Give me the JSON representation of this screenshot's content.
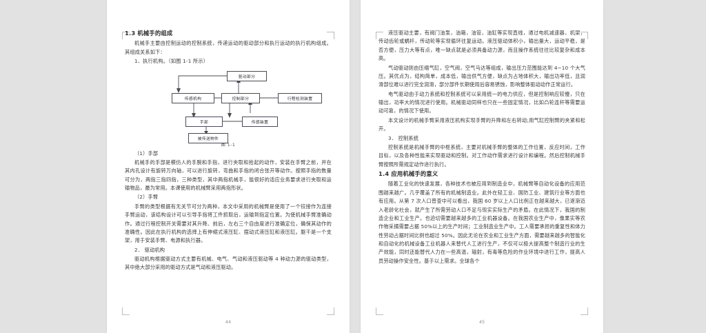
{
  "viewer": {
    "background_color": "#e2e2e2",
    "page_background": "#ffffff",
    "layout": "two-page-spread"
  },
  "pages": [
    {
      "page_number": "44",
      "sections": [
        {
          "type": "heading",
          "text": "1.3 机械手的组成"
        },
        {
          "type": "paragraph",
          "text": "机械手主要由控制运动的控制系统，传递运动的驱动部分和执行运动的执行机构组成。其组成关系如下："
        },
        {
          "type": "sub-label",
          "text": "1、执行机构。（如图 1-1 所示）"
        },
        {
          "type": "figure",
          "caption": "图 1-1"
        },
        {
          "type": "sub-label",
          "text": "（1）手部"
        },
        {
          "type": "paragraph",
          "text": "机械手的手部是模仿人的手腕和手指，进行夹取和拾起的动作，安装在手臂之前，并在其内孔设计有旋转万向轴，可以进行旋转，弯曲和手指的闭合张开等动作。按照手指的数量可分为，两指三指四指，三种类型，其中两指机械手，能很好的适应业务要求进行夹取和运输物品，最为常用。本课使用的机械臂采用两指形状。"
        },
        {
          "type": "sub-label",
          "text": "（2）手臂"
        },
        {
          "type": "paragraph",
          "text": "手臂的类型根据有无关节可分为两种，本文中采用的机械臂是使用了一个铰接作为连接手臂运动，该结构设计可以引导手指将工件抓取后，运输到指定位置。为使机械手臂准确动作。通过行程控制开关需要对其升降、前后，左右三个自由度进行准确定位，确保其动作的准确性。因此在执行机构的选择上有伸缩式液压缸、摆动式液压缸和液压缸。躯干是一个支架，用于安装手臂、电源和执行器。"
        },
        {
          "type": "sub-label",
          "text": "2． 驱动机构"
        },
        {
          "type": "paragraph",
          "text": "驱动机构根据驱动方式主要有机械、电气、气动和液压驱动等 4 种动力源的驱动类型，其中绝大部分采用的驱动方式是气动和液压驱动。"
        }
      ]
    },
    {
      "page_number": "45",
      "sections": [
        {
          "type": "paragraph",
          "text": "液压驱动主要，有阀门油泵，油箱，油管，油缸等实现直线，通过电机减速器，机架，传动齿轮或蜗杆，传动轮等实现循环往复运动。液压驱动体积小，输出量大，运动平稳，是否方便，压力大等有点，唯一缺点就是必须具备动力源，而且操作系统往往比较复杂和成本高。"
        },
        {
          "type": "paragraph",
          "text": "气动驱动则由压缩气缸，空气阀，空气马达等组成，输出压力范围能达到 4~10 个大气压。其优点为，结构简单，成本低，输出供气方便，缺点为占地体积大，输出功率低，且润滑部位难以进行完全润滑，部分部件长期使用后容易锈蚀，影响整体驱动动作正常运行。"
        },
        {
          "type": "paragraph",
          "text": "电气驱动由于动力系统和控制系统可以采用统一的电力供应，但是控制响应较慢，只在输出，功率大的情况进行使用。机械驱动同样也只在一些固定情况，比如凸轮连杆等需要运动可靠，的情况下使用。"
        },
        {
          "type": "paragraph",
          "text": "本文设计的机械手臂采用液压机构实现手臂的升降和左右转动;用气缸控制臂的夹紧和松开。"
        },
        {
          "type": "sub-label",
          "text": "3． 控制系统"
        },
        {
          "type": "paragraph",
          "text": "控制系统是机械手臂的中枢系统，主要对机械手臂的整体的工作位置，反应时间，工作目标，以及各种性能来实现驱动和控制。对工作动作需求进行设计和编程。然后控制机械手臂按照所需规定动作进行执行。"
        },
        {
          "type": "heading",
          "text": "1.4 应用机械手的意义"
        },
        {
          "type": "paragraph",
          "text": "随着工业化的快速发展，各种技术也被应用到制造业中，机械臂等自动化设备的应用范围越来越广。几乎覆盖了所有的机械制造业。此外在轻工业、国防工业、建筑行业等方面也有应用。从第 7 次人口普查中可以看出，我国 60 岁以上人口比例正在越来越大，已逐渐迈入老龄化社会，就产生了所需劳动人口不足与现实实际生产的矛盾。在此情况下，我国的制造企业和工业生产。也迫切需要越来越多的工业机器设备。在我国农业生产中，像果实等农作物采摘需要占据 50%以上的生产时间；工业制造业生产中。工人需要承担的重复性和体力性劳动占据时间比例也超过 50%。因此无论在农业和工业生产方面，需要越来越多的智能化和自动化的机械设备工业机器人来替代人工进行生产，不仅可以极大提高整个制造行业的生产效能，同时还能替代人力在一些高温，辐射，有毒等危险的作业环境中进行工作，提高人员劳动操作安全性。基于以上需求。全球各个"
        }
      ]
    }
  ],
  "figure": {
    "caption": "图 1-1",
    "nodes": [
      {
        "id": "drive",
        "label": "驱动部分"
      },
      {
        "id": "transmission",
        "label": "传感机构"
      },
      {
        "id": "control",
        "label": "控制部分"
      },
      {
        "id": "stroke",
        "label": "行程检测装置"
      },
      {
        "id": "hand",
        "label": "手部"
      },
      {
        "id": "sensor",
        "label": "传感装置"
      },
      {
        "id": "workpiece",
        "label": "被传送物件"
      }
    ]
  }
}
